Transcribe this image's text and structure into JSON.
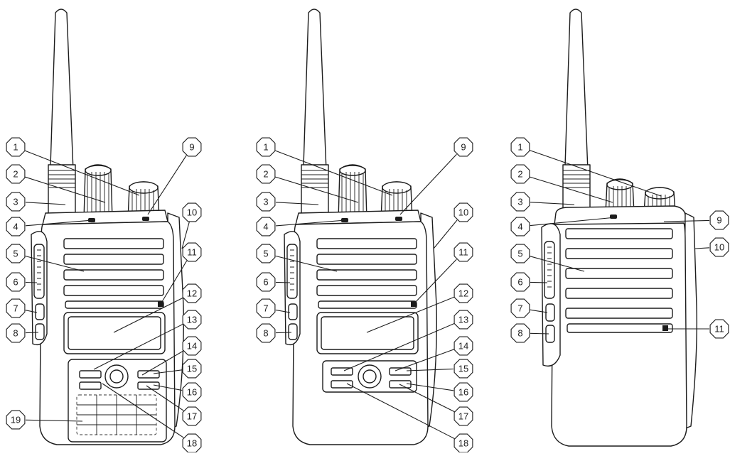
{
  "figure": {
    "radios": [
      {
        "id": "radio-a",
        "variant": "keypad-full",
        "callouts": [
          "1",
          "2",
          "3",
          "4",
          "5",
          "6",
          "7",
          "8",
          "9",
          "10",
          "11",
          "12",
          "13",
          "14",
          "15",
          "16",
          "17",
          "18",
          "19"
        ]
      },
      {
        "id": "radio-b",
        "variant": "keypad-mini",
        "callouts": [
          "1",
          "2",
          "3",
          "4",
          "5",
          "6",
          "7",
          "8",
          "9",
          "10",
          "11",
          "12",
          "13",
          "14",
          "15",
          "16",
          "17",
          "18"
        ]
      },
      {
        "id": "radio-c",
        "variant": "no-display",
        "callouts": [
          "1",
          "2",
          "3",
          "4",
          "5",
          "6",
          "7",
          "8",
          "9",
          "10",
          "11"
        ]
      }
    ],
    "line_color": "#1c1c1c",
    "background": "#ffffff"
  }
}
